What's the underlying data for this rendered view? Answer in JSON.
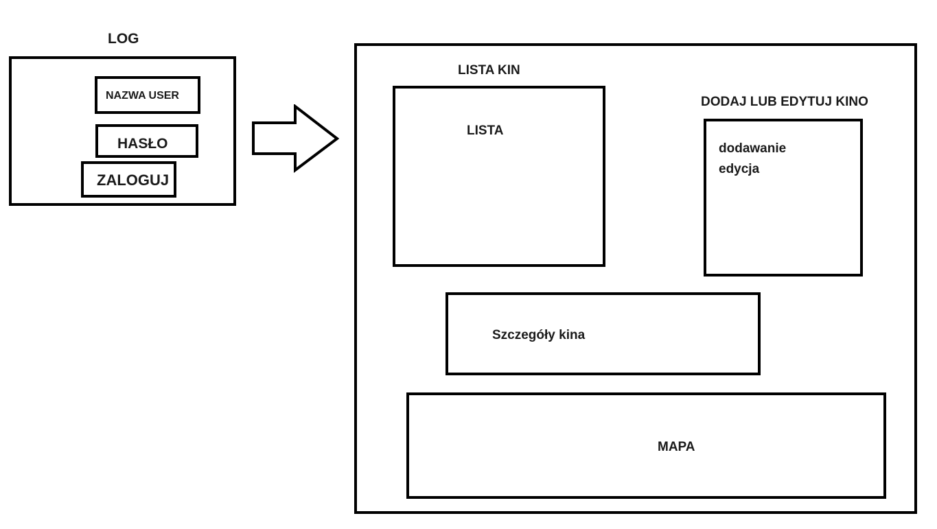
{
  "login": {
    "title": "LOG",
    "username_label": "NAZWA USER",
    "password_label": "HASŁO",
    "submit_label": "ZALOGUJ"
  },
  "main": {
    "cinema_list_title": "LISTA KIN",
    "cinema_list_content": "LISTA",
    "add_edit_title": "DODAJ LUB EDYTUJ KINO",
    "add_edit_line1": "dodawanie",
    "add_edit_line2": "edycja",
    "details_label": "Szczegóły kina",
    "map_label": "MAPA"
  },
  "colors": {
    "stroke": "#000000",
    "text": "#1a1a1a",
    "background": "#ffffff"
  },
  "icons": {
    "transition": "right-arrow-icon"
  }
}
